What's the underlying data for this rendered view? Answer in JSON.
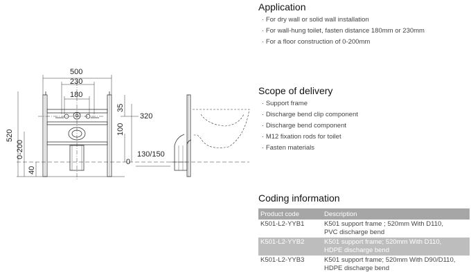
{
  "application": {
    "heading": "Application",
    "items": [
      "For dry wall or solid wall installation",
      "For wall-hung toilet, fasten distance 180mm or 230mm",
      "For a floor construction of  0-200mm"
    ]
  },
  "scope": {
    "heading": "Scope of delivery",
    "items": [
      "Support frame",
      "Discharge bend clip component",
      "Discharge bend component",
      "M12 fixation rods for toilet",
      "Fasten materials"
    ]
  },
  "coding": {
    "heading": "Coding information",
    "columns": [
      "Product code",
      "Description"
    ],
    "rows": [
      {
        "code": "K501-L2-YYB1",
        "desc1": "K501 support frame ; 520mm With D110,",
        "desc2": "PVC discharge bend"
      },
      {
        "code": "K501-L2-YYB2",
        "desc1": "K501 support frame; 520mm With D110,",
        "desc2": "HDPE discharge bend"
      },
      {
        "code": "K501-L2-YYB3",
        "desc1": "K501 support frame; 520mm With D90/D110,",
        "desc2": "HDPE discharge bend"
      }
    ]
  },
  "drawing": {
    "dim_500": "500",
    "dim_230": "230",
    "dim_180": "180",
    "dim_35": "35",
    "dim_320": "320",
    "dim_100": "100",
    "dim_520": "520",
    "dim_0_200": "0-200",
    "dim_40": "40",
    "dim_0": "0",
    "dim_130_150": "130/150"
  }
}
